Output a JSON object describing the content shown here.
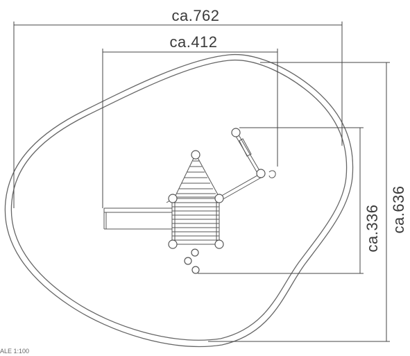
{
  "dimensions": {
    "overall_width": "ca.762",
    "structure_width": "ca.412",
    "overall_depth": "ca.636",
    "structure_depth": "ca.336"
  },
  "scale_label": "ALE 1:100",
  "colors": {
    "line": "#555555",
    "dim_line": "#444444",
    "text": "#3a3a3a"
  }
}
